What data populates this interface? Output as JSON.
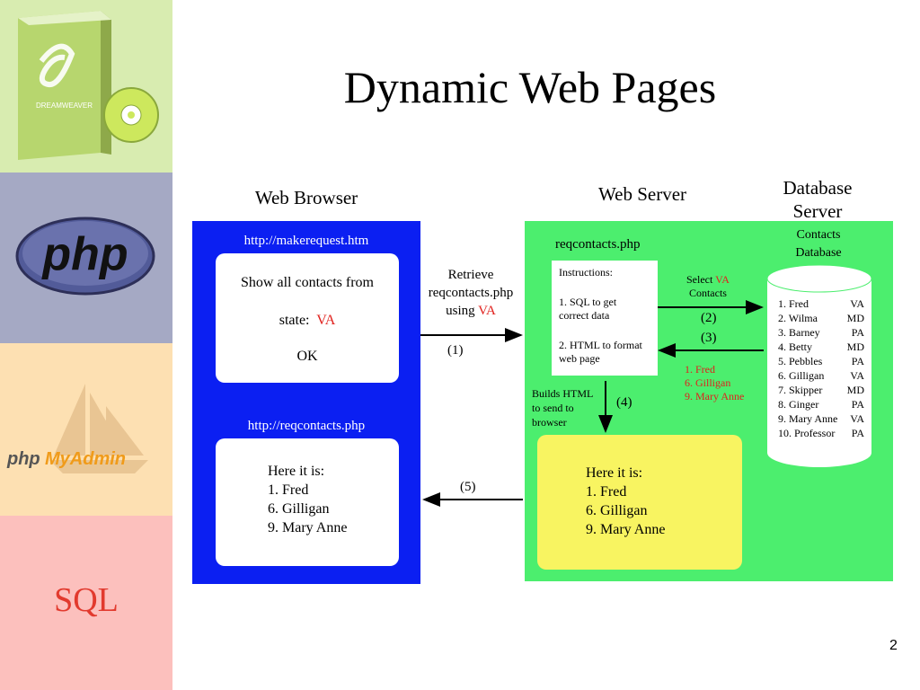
{
  "slide": {
    "title": "Dynamic Web Pages",
    "page_number": "2"
  },
  "sidebar": {
    "dreamweaver_label": "DREAMWEAVER",
    "dreamweaver_logo": "d",
    "php_logo": "php",
    "phpmyadmin_php": "php",
    "phpmyadmin_rest": "MyAdmin",
    "sql_logo": "SQL"
  },
  "diagram": {
    "browser_title": "Web Browser",
    "server_title": "Web Server",
    "db_title_line1": "Database",
    "db_title_line2": "Server",
    "request_url": "http://makerequest.htm",
    "form_line1": "Show all contacts from",
    "form_state_label": "state:",
    "form_state_value": "VA",
    "form_ok": "OK",
    "response_url": "http://reqcontacts.php",
    "browser_result": {
      "heading": "Here it is:",
      "items": [
        "1.  Fred",
        "6.  Gilligan",
        "9.  Mary Anne"
      ]
    },
    "retrieve_line1": "Retrieve",
    "retrieve_line2": "reqcontacts.php",
    "retrieve_line3_prefix": "using",
    "retrieve_line3_value": "VA",
    "step1": "(1)",
    "step2": "(2)",
    "step3": "(3)",
    "step4": "(4)",
    "step5": "(5)",
    "php_file": "reqcontacts.php",
    "instructions": {
      "heading": "Instructions:",
      "step1_line1": "1.  SQL to get",
      "step1_line2": "correct data",
      "step2_line1": "2.  HTML to format",
      "step2_line2": "web page"
    },
    "select_line1_prefix": "Select",
    "select_line1_value": "VA",
    "select_line2": "Contacts",
    "returned_rows": [
      "1.  Fred",
      "6.  Gilligan",
      "9.  Mary Anne"
    ],
    "builds_line1": "Builds HTML",
    "builds_line2": "to send to",
    "builds_line3": "browser",
    "server_result": {
      "heading": "Here it is:",
      "items": [
        "1.  Fred",
        "6.  Gilligan",
        "9.  Mary Anne"
      ]
    },
    "contacts_db_line1": "Contacts",
    "contacts_db_line2": "Database",
    "db_rows": [
      {
        "name": "1.  Fred",
        "state": "VA"
      },
      {
        "name": "2.  Wilma",
        "state": "MD"
      },
      {
        "name": "3.  Barney",
        "state": "PA"
      },
      {
        "name": "4.  Betty",
        "state": "MD"
      },
      {
        "name": "5.  Pebbles",
        "state": "PA"
      },
      {
        "name": "6.  Gilligan",
        "state": "VA"
      },
      {
        "name": "7.  Skipper",
        "state": "MD"
      },
      {
        "name": "8.  Ginger",
        "state": "PA"
      },
      {
        "name": "9.  Mary Anne",
        "state": "VA"
      },
      {
        "name": "10.  Professor",
        "state": "PA"
      }
    ]
  },
  "colors": {
    "browser_blue": "#0b1ff2",
    "server_green": "#4cee6e",
    "result_yellow": "#f8f461",
    "highlight_red": "#e0201c"
  }
}
